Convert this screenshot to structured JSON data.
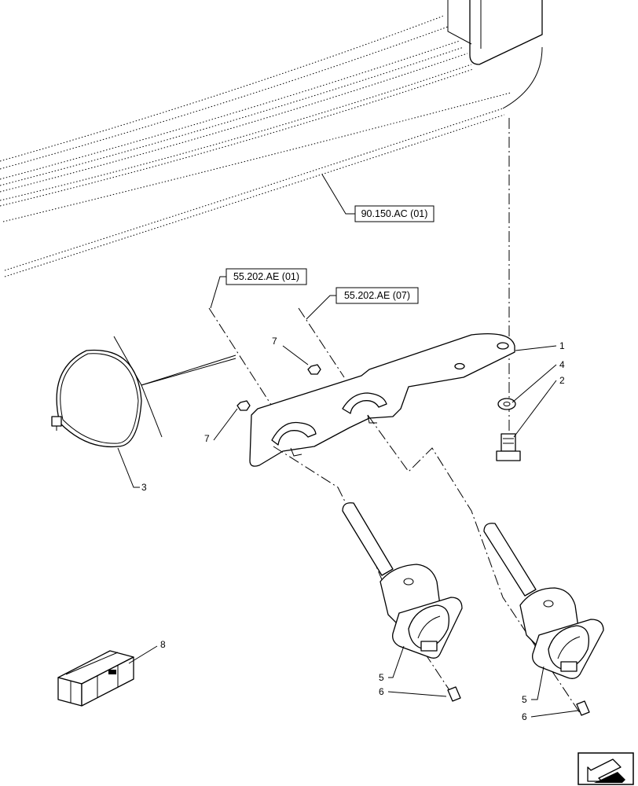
{
  "references": {
    "frame_ref": "90.150.AC (01)",
    "bracket_ref_left": "55.202.AE (01)",
    "bracket_ref_right": "55.202.AE (07)"
  },
  "callouts": {
    "bracket": "1",
    "bolt": "2",
    "cable_tie": "3",
    "washer": "4",
    "socket_left": "5",
    "socket_right": "5",
    "screw_left": "6",
    "screw_right": "6",
    "nut_left": "7",
    "nut_top": "7",
    "kit": "8"
  },
  "icons": {
    "kit_box": "crate-icon",
    "nav_arrow": "previous-view-arrow-icon"
  }
}
